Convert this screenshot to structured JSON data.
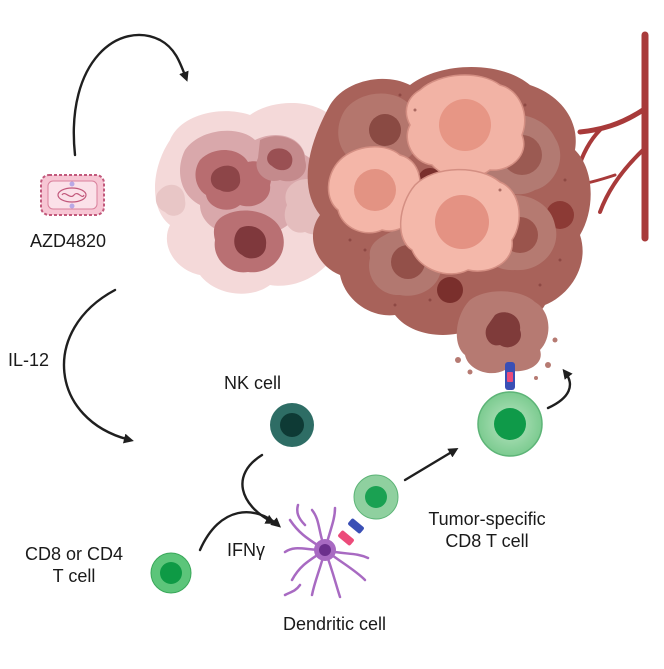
{
  "labels": {
    "drug": "AZD4820",
    "il12": "IL-12",
    "nk_cell": "NK cell",
    "ifng": "IFNγ",
    "cd_t_cell_line1": "CD8 or CD4",
    "cd_t_cell_line2": "T cell",
    "dendritic_cell": "Dendritic cell",
    "tumor_t_cell_line1": "Tumor-specific",
    "tumor_t_cell_line2": "CD8 T cell"
  },
  "colors": {
    "arrow": "#1f1f1f",
    "tumor_light": "#f3b3a4",
    "tumor_mid": "#c98c80",
    "tumor_dark": "#9c4e4b",
    "necrotic_pink": "#d9a8ab",
    "vessel": "#a83a3a",
    "t_cell_green": "#4fc070",
    "t_cell_dark_green": "#1f9a4a",
    "nk_teal": "#2e6d65",
    "dendritic_purple": "#a86ac2",
    "virus_pink": "#f7c6d4"
  }
}
